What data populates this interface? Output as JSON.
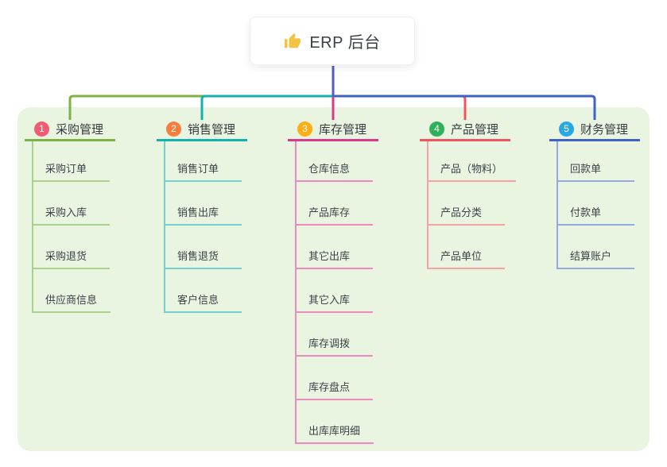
{
  "root": {
    "label": "ERP 后台",
    "icon": "thumbs-up-icon"
  },
  "colors": {
    "panel_bg": "#e9f5e1",
    "root_connector": "#4c5ecb",
    "card_bg": "#ffffff",
    "title_color": "#3a3f46",
    "thumb_color": "#f6c244"
  },
  "branches": [
    {
      "index": "1",
      "label": "采购管理",
      "badge_color": "#f25c73",
      "line_color": "#7cb342",
      "child_line_color": "#abd28c",
      "children": [
        "采购订单",
        "采购入库",
        "采购退货",
        "供应商信息"
      ]
    },
    {
      "index": "2",
      "label": "销售管理",
      "badge_color": "#f97e3c",
      "line_color": "#12b2af",
      "child_line_color": "#74d0ca",
      "children": [
        "销售订单",
        "销售出库",
        "销售退货",
        "客户信息"
      ]
    },
    {
      "index": "3",
      "label": "库存管理",
      "badge_color": "#fcae16",
      "line_color": "#d93a8a",
      "child_line_color": "#ef8abf",
      "children": [
        "仓库信息",
        "产品库存",
        "其它出库",
        "其它入库",
        "库存调拨",
        "库存盘点",
        "出库库明细"
      ]
    },
    {
      "index": "4",
      "label": "产品管理",
      "badge_color": "#2eb259",
      "line_color": "#f2555c",
      "child_line_color": "#f8a2a6",
      "children": [
        "产品（物料）",
        "产品分类",
        "产品单位"
      ]
    },
    {
      "index": "5",
      "label": "财务管理",
      "badge_color": "#27a8e4",
      "line_color": "#3f62c9",
      "child_line_color": "#93a9df",
      "children": [
        "回款单",
        "付款单",
        "结算账户"
      ]
    }
  ]
}
